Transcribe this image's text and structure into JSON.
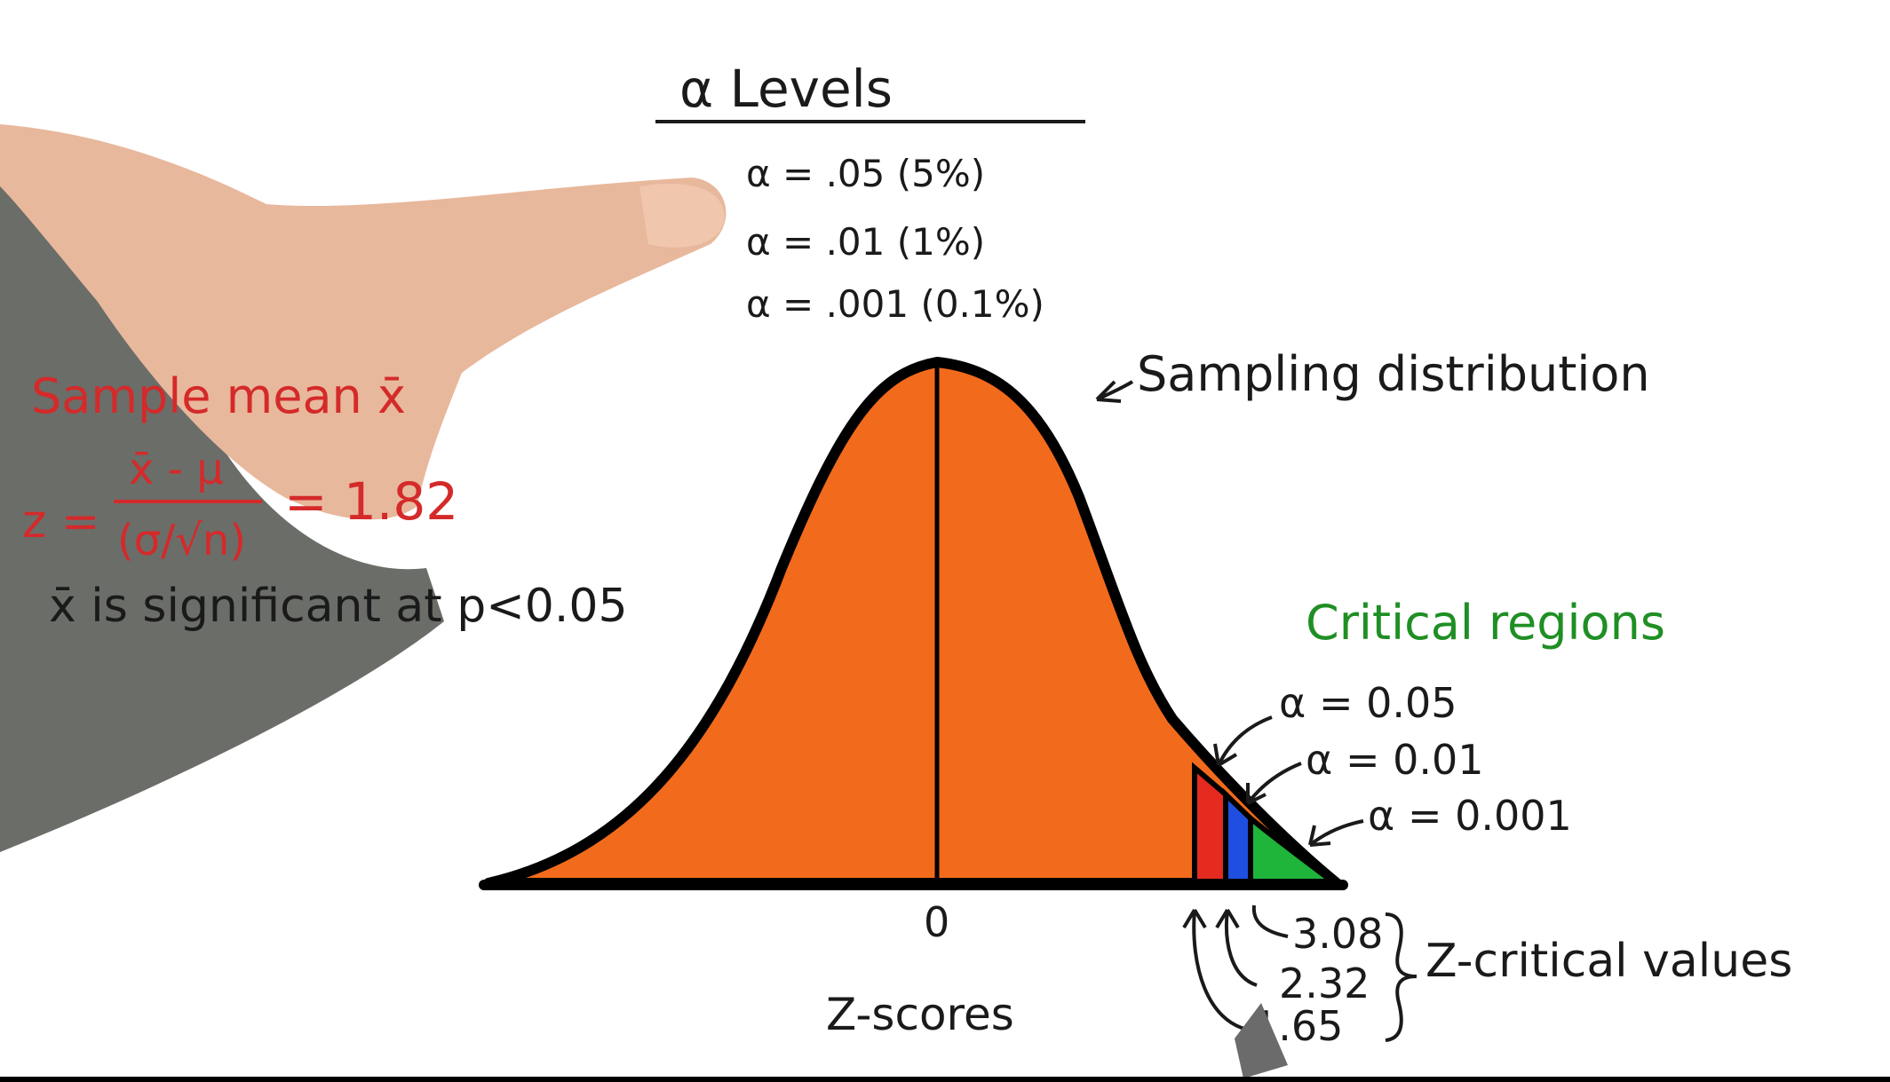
{
  "alpha_table": {
    "title": "α Levels",
    "rows": [
      "α = .05 (5%)",
      "α = .01 (1%)",
      "α = .001 (0.1%)"
    ]
  },
  "sample_note": {
    "heading": "Sample mean x̄",
    "z_label": "z =",
    "numerator": "x̄ - μ",
    "denominator": "(σ/√n)",
    "result": "= 1.82",
    "conclusion": "x̄ is significant at p<0.05"
  },
  "curve_label": "Sampling distribution",
  "critical_regions": {
    "title": "Critical regions",
    "alphas": [
      "α = 0.05",
      "α = 0.01",
      "α = 0.001"
    ],
    "colors": {
      "alpha_05": "#e52a1f",
      "alpha_01": "#1f4fe0",
      "alpha_001": "#1fb43a"
    }
  },
  "axis": {
    "zero_label": "0",
    "xlabel": "Z-scores",
    "critical_values": [
      "3.08",
      "2.32",
      "1.65"
    ],
    "critical_label": "Z-critical values"
  },
  "colors": {
    "curve_fill": "#f26a1b",
    "ink": "#1a1a1a",
    "red_ink": "#d42a2a",
    "green_ink": "#1f8f24"
  }
}
